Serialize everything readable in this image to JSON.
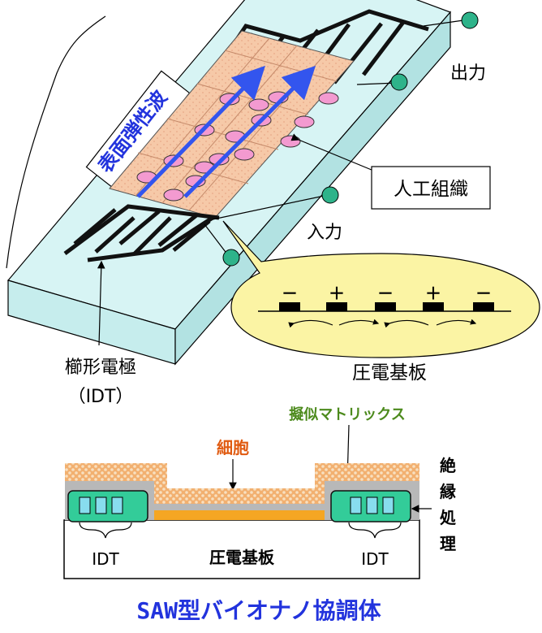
{
  "top": {
    "wave_label": "表面弾性波",
    "output_label": "出力",
    "input_label": "入力",
    "tissue_label": "人工組織",
    "idt_label_line1": "櫛形電極",
    "idt_label_line2": "（IDT）",
    "substrate_label": "圧電基板",
    "signs": [
      "－",
      "＋",
      "－",
      "＋",
      "－"
    ]
  },
  "cross_section": {
    "cell_label": "細胞",
    "matrix_label": "擬似マトリックス",
    "insulation_chars": [
      "絶",
      "縁",
      "処",
      "理"
    ],
    "idt_left": "IDT",
    "idt_right": "IDT",
    "substrate_label": "圧電基板"
  },
  "caption": "SAW型バイオナノ協調体",
  "colors": {
    "substrate_top": "#d7f4f4",
    "substrate_side": "#bfeaea",
    "tissue": "#f6c9a8",
    "cell_oval": "#f39ad0",
    "arrow": "#3355ee",
    "wave_text": "#2233dd",
    "callout": "#fbf4a4",
    "terminal": "#2eb38a",
    "cell_label": "#e05a10",
    "matrix_label": "#4c8a1c",
    "caption": "#2233dd",
    "idt_green": "#33cc99"
  }
}
